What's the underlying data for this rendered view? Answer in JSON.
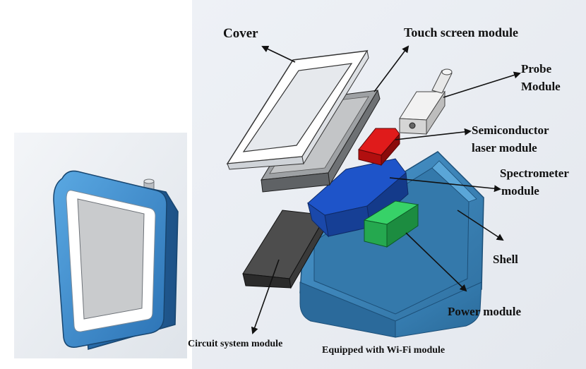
{
  "labels": {
    "cover": "Cover",
    "touch_screen": "Touch screen module",
    "probe_line1": "Probe",
    "probe_line2": "Module",
    "laser_line1": "Semiconductor",
    "laser_line2": "laser module",
    "spectrometer_line1": "Spectrometer",
    "spectrometer_line2": "module",
    "shell": "Shell",
    "power": "Power module",
    "circuit": "Circuit system module",
    "wifi": "Equipped with Wi-Fi module"
  },
  "colors": {
    "device_blue": "#3d8ecf",
    "screen_grey": "#cfd1d3",
    "laser_red": "#d21414",
    "spectrometer_blue": "#1f4fbf",
    "power_green": "#2bc45a",
    "circuit_grey": "#4a4a4a",
    "shell_blue": "#3a87bd",
    "panel_bg": "#eef1f6"
  }
}
